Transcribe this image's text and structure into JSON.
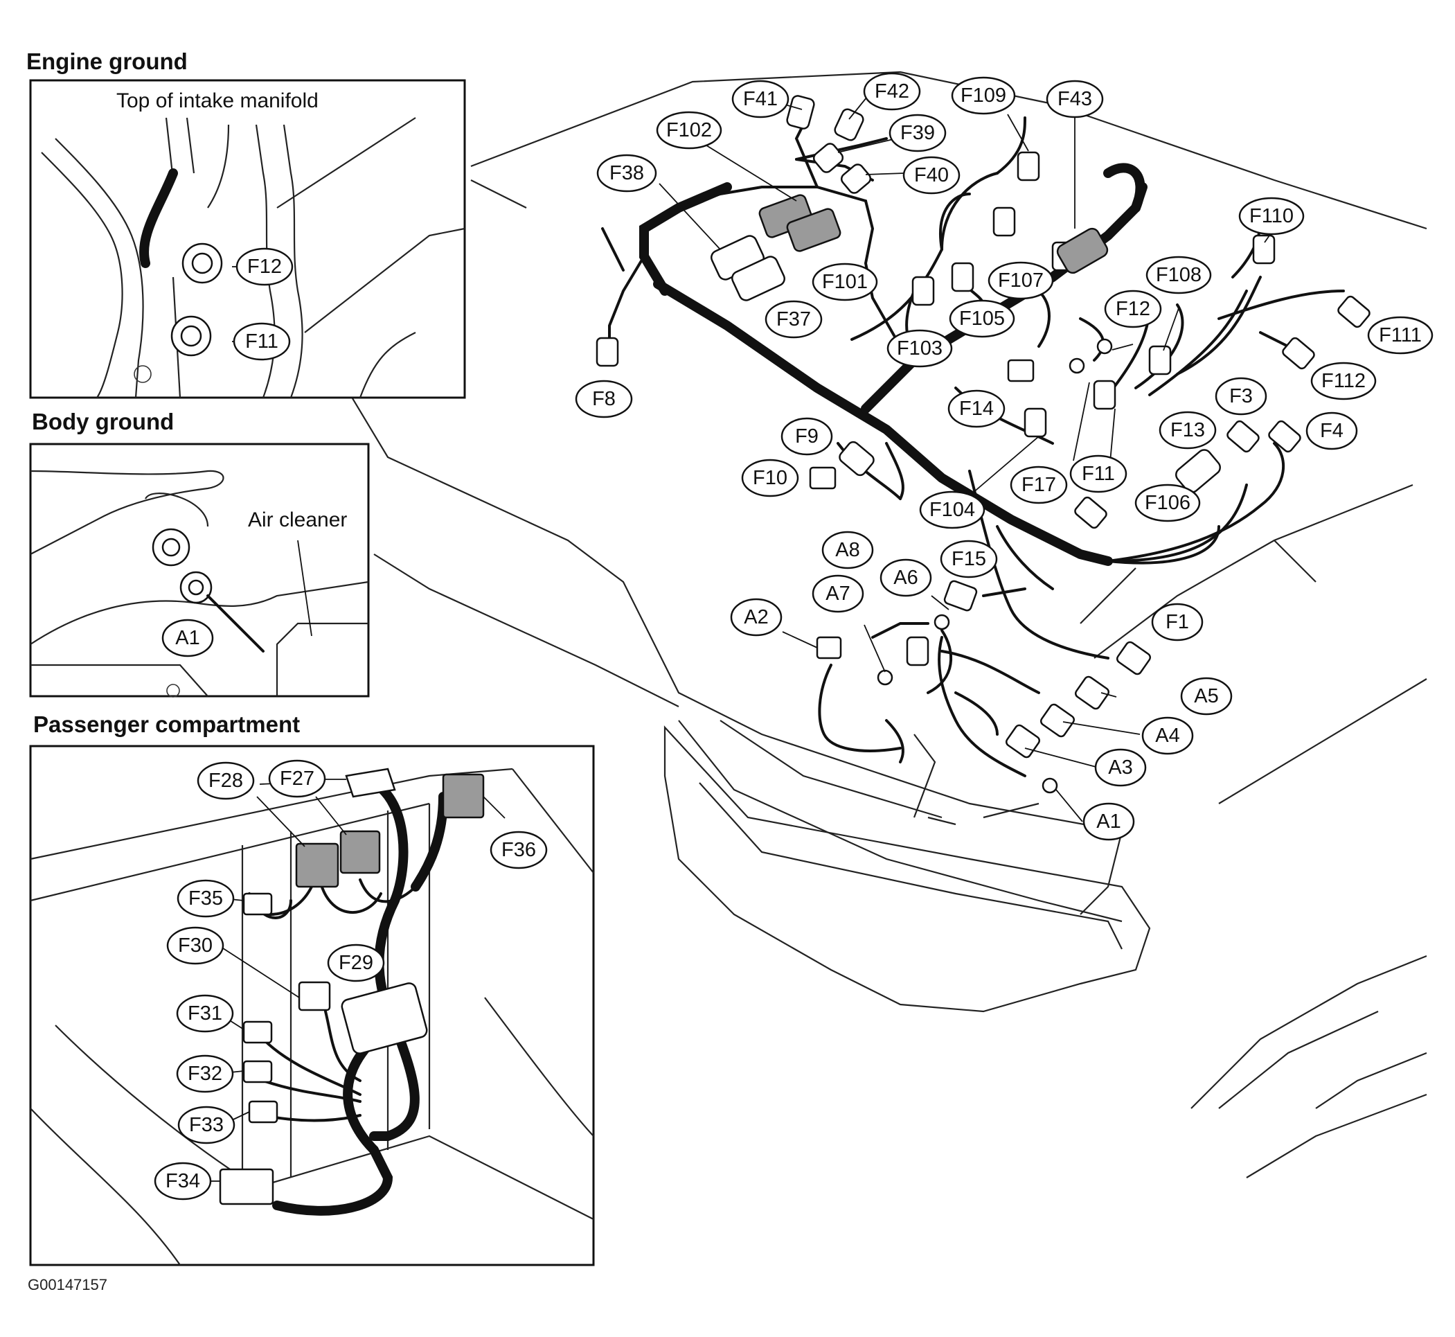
{
  "sections": {
    "engine_ground": {
      "title": "Engine ground",
      "subtitle": "Top of intake manifold"
    },
    "body_ground": {
      "title": "Body ground",
      "subtitle": "Air cleaner"
    },
    "passenger_compartment": {
      "title": "Passenger compartment"
    }
  },
  "callouts": {
    "engine_ground": [
      "F12",
      "F11"
    ],
    "body_ground": [
      "A1"
    ],
    "passenger_compartment": [
      "F28",
      "F27",
      "F36",
      "F35",
      "F30",
      "F29",
      "F31",
      "F32",
      "F33",
      "F34"
    ],
    "main": [
      "F41",
      "F42",
      "F109",
      "F43",
      "F102",
      "F39",
      "F38",
      "F40",
      "F110",
      "F101",
      "F107",
      "F108",
      "F37",
      "F105",
      "F12",
      "F111",
      "F8",
      "F103",
      "F112",
      "F14",
      "F3",
      "F9",
      "F13",
      "F4",
      "F10",
      "F17",
      "F11",
      "F106",
      "F104",
      "F15",
      "A8",
      "A6",
      "A7",
      "A2",
      "F1",
      "A5",
      "A4",
      "A3",
      "A1"
    ]
  },
  "figure_id": "G00147157"
}
